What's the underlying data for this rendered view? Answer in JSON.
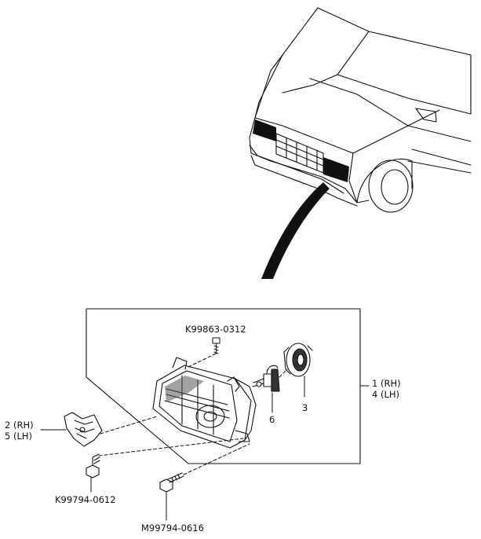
{
  "labels": {
    "part1": "1 (RH)",
    "part4": "4 (LH)",
    "part2": "2 (RH)",
    "part5": "5 (LH)",
    "part3": "3",
    "part6": "6",
    "screw_top": "K99863-0312",
    "bolt_left": "K99794-0612",
    "bolt_bottom": "M99794-0616"
  }
}
